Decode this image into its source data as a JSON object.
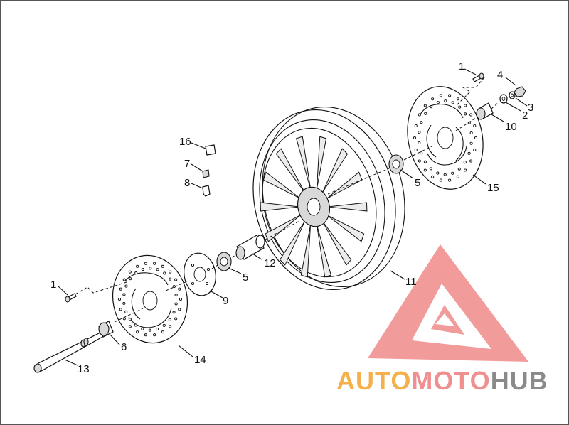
{
  "diagram": {
    "callouts": {
      "c1_top": "1",
      "c2": "2",
      "c3": "3",
      "c4": "4",
      "c5_right": "5",
      "c5_left": "5",
      "c6": "6",
      "c7": "7",
      "c8": "8",
      "c9": "9",
      "c10": "10",
      "c11": "11",
      "c12": "12",
      "c13": "13",
      "c14": "14",
      "c15": "15",
      "c16": "16",
      "c1_left": "1"
    },
    "footer_text": "- - - - - - - - - - -  - - ·  - - - - - - -"
  },
  "watermark": {
    "word_part1": "AUTO",
    "word_part2": "MOTO",
    "word_part3": "HUB",
    "colors": {
      "triangle": "#ef7f7f",
      "auto": "#f4b04a",
      "moto": "#ef8f8f",
      "hub": "#8a8a8a"
    }
  }
}
